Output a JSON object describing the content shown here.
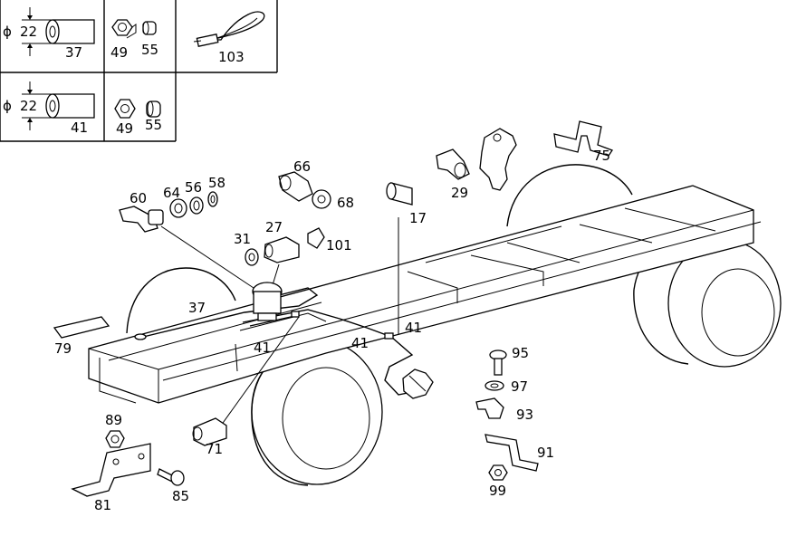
{
  "legend": {
    "row1": {
      "diameter_symbol": "ϕ",
      "diameter": "22",
      "part": "37",
      "nut": "49",
      "sleeve": "55",
      "clip": "103"
    },
    "row2": {
      "diameter_symbol": "ϕ",
      "diameter": "22",
      "part": "41",
      "nut": "49",
      "sleeve": "55"
    }
  },
  "callouts": {
    "p60": "60",
    "p64": "64",
    "p56": "56",
    "p58": "58",
    "p66": "66",
    "p68": "68",
    "p17": "17",
    "p29": "29",
    "p75": "75",
    "p31": "31",
    "p27": "27",
    "p101": "101",
    "p37": "37",
    "p41a": "41",
    "p41b": "41",
    "p41c": "41",
    "p79": "79",
    "p89": "89",
    "p71": "71",
    "p81": "81",
    "p85": "85",
    "p95": "95",
    "p97": "97",
    "p93": "93",
    "p91": "91",
    "p99": "99"
  }
}
